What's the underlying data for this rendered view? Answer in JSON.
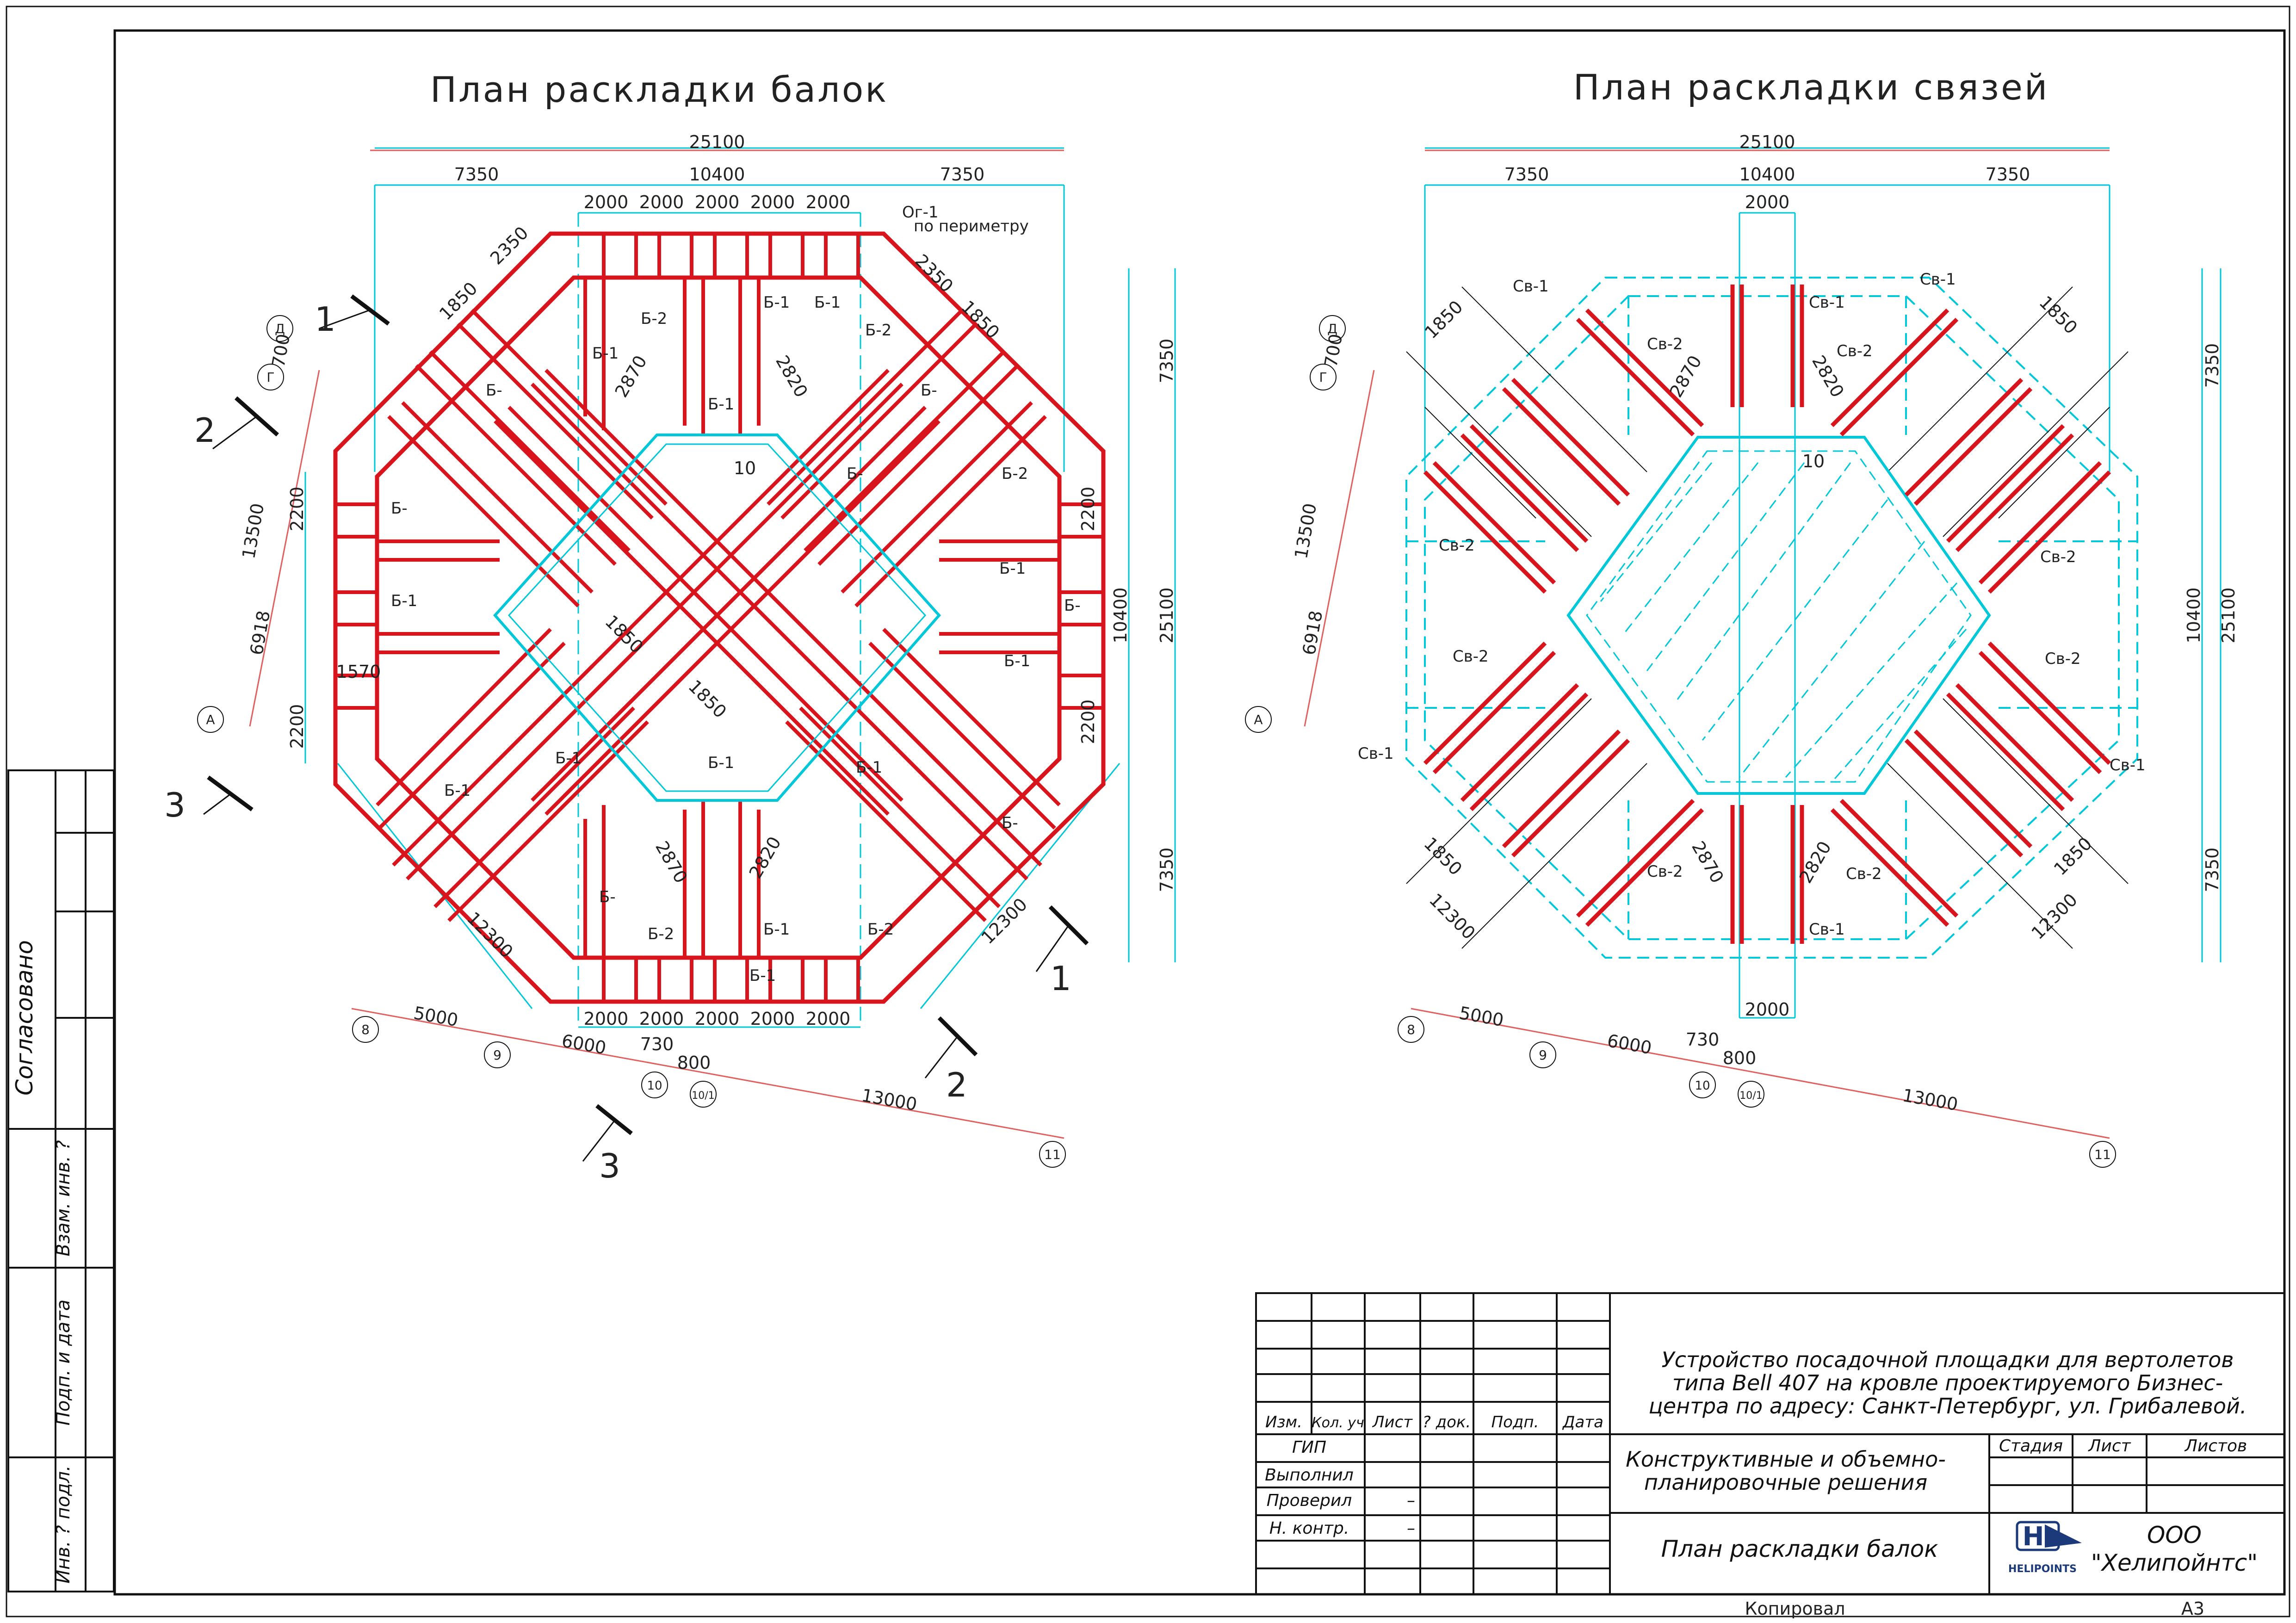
{
  "titles": {
    "left": "План раскладки балок",
    "right": "План раскладки связей"
  },
  "dims": {
    "overall": "25100",
    "side": "7350",
    "middle": "10400",
    "bay": "2000",
    "diag_a": "1850",
    "diag_b": "2350",
    "diag_len": "12300",
    "depth": "2870",
    "depth2": "2820",
    "ax_13500": "13500",
    "ax_6918": "6918",
    "ax_5000": "5000",
    "ax_6000": "6000",
    "ax_13000": "13000",
    "ax_730": "730",
    "ax_800": "800",
    "ax_700": "700",
    "h2200": "2200",
    "w1570": "1570",
    "slope": "10"
  },
  "labels": {
    "og1": "Ог-1",
    "og1_note": "по периметру",
    "b1": "Б-1",
    "b2": "Б-2",
    "b_short": "Б-",
    "sv1": "Св-1",
    "sv2": "Св-2"
  },
  "sections": {
    "s1": "1",
    "s2": "2",
    "s3": "3"
  },
  "axes": [
    "А",
    "Г",
    "Д",
    "8",
    "9",
    "10",
    "10/1",
    "11"
  ],
  "left_margin": {
    "agreed": "Согласовано",
    "inv_vzam": "Взам. инв. ?",
    "sign_date": "Подп. и дата",
    "inv_podl": "Инв. ? подл."
  },
  "title_block": {
    "project": [
      "Устройство посадочной площадки для вертолетов",
      "типа Bell 407 на кровле проектируемого Бизнес-",
      "центра по адресу: Санкт-Петербург, ул. Грибалевой."
    ],
    "cols": [
      "Изм.",
      "Кол. уч",
      "Лист",
      "? док.",
      "Подп.",
      "Дата"
    ],
    "roles": [
      "ГИП",
      "Выполнил",
      "Проверил",
      "Н. контр."
    ],
    "dash": "–",
    "section": [
      "Конструктивные и объемно-",
      "планировочные решения"
    ],
    "stage_cols": [
      "Стадия",
      "Лист",
      "Листов"
    ],
    "drawing": "План раскладки балок",
    "company_1": "ООО",
    "company_2": "\"Хелипойнтс\"",
    "logo_text": "HELIPOINTS",
    "logo_letters": "H"
  },
  "footer": {
    "copied": "Копировал",
    "format": "А3"
  }
}
